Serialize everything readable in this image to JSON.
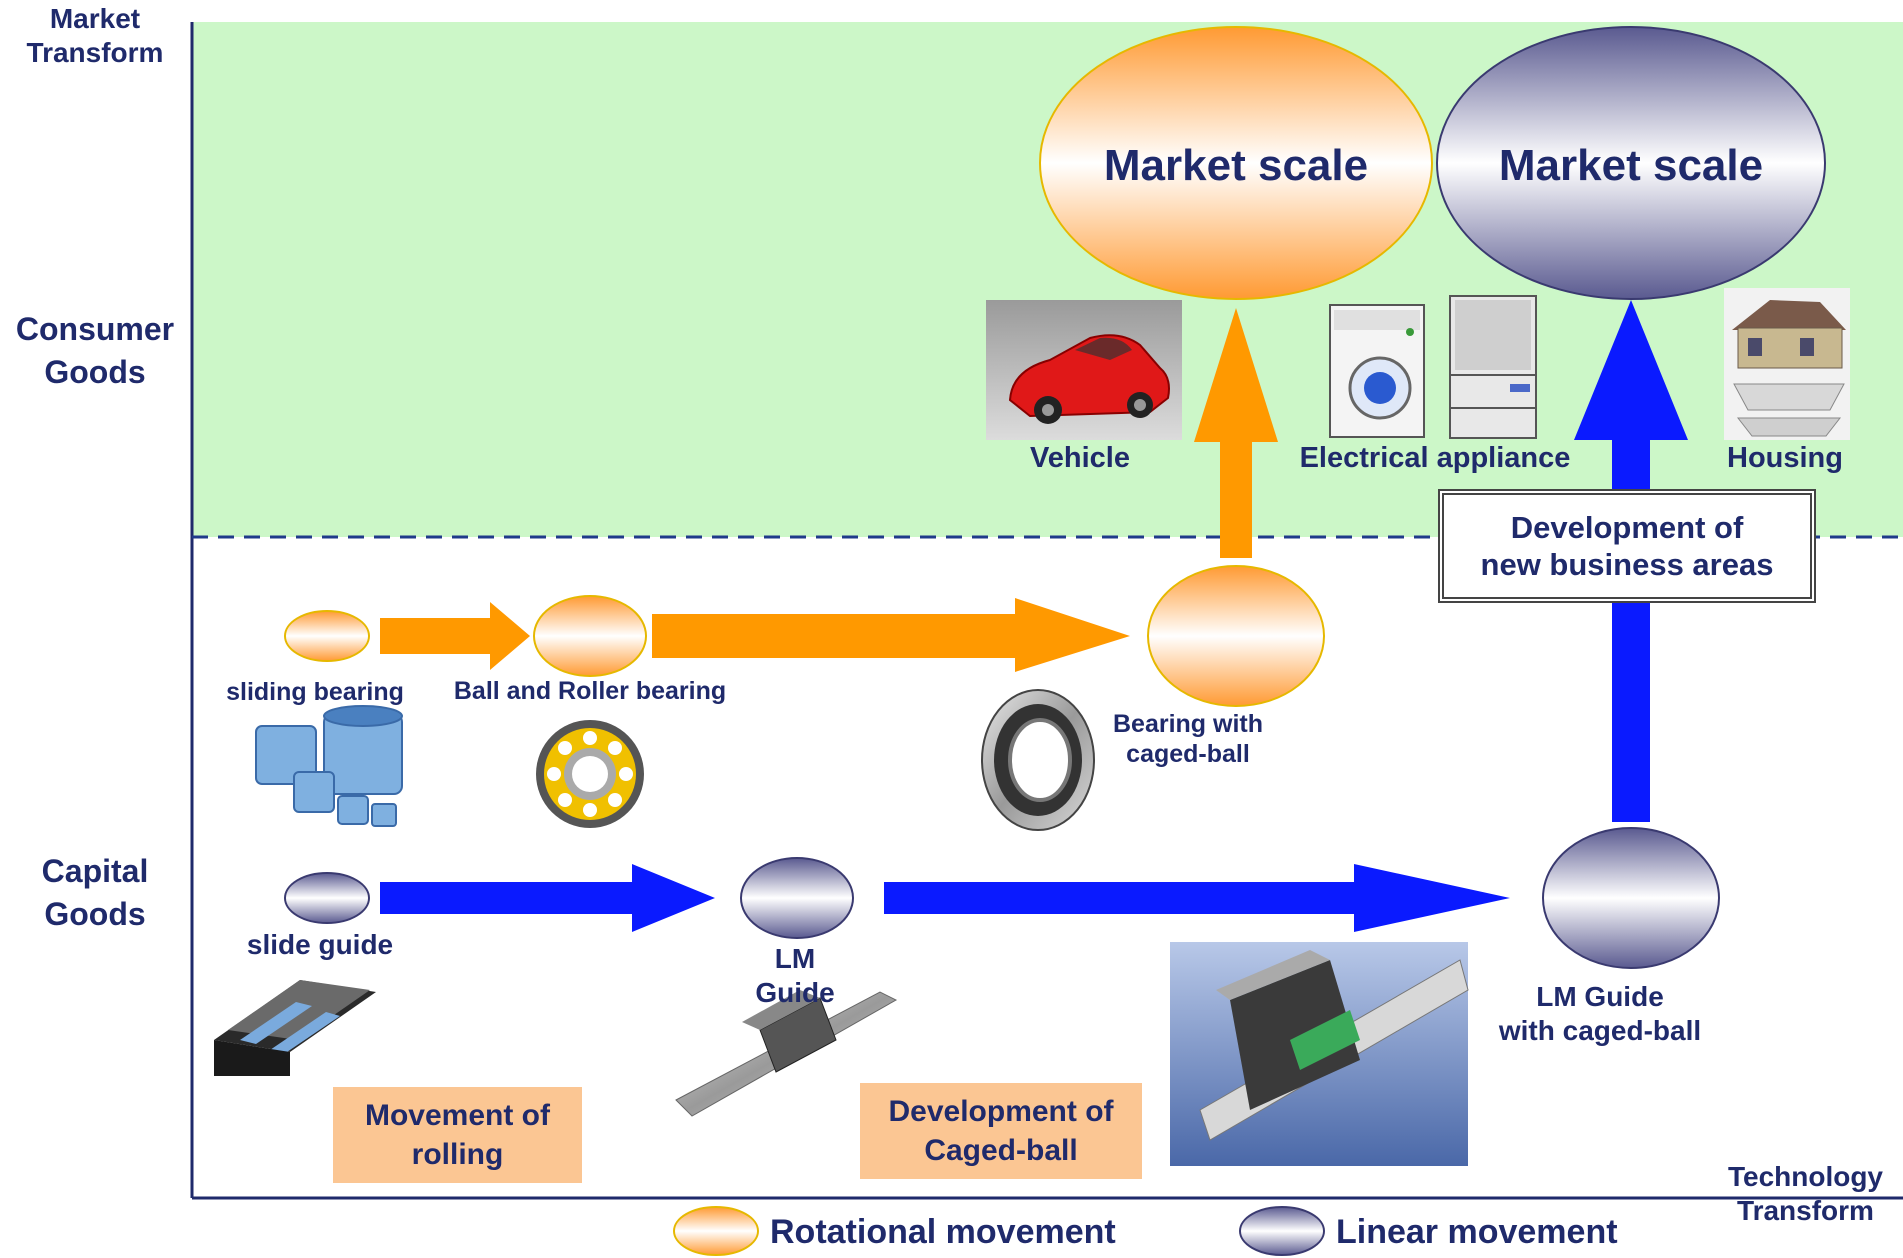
{
  "axes": {
    "y_top": "Market\nTransform",
    "y_consumer": "Consumer\nGoods",
    "y_capital": "Capital\nGoods",
    "x_right": "Technology\nTransform"
  },
  "markets": {
    "rotational": "Market scale",
    "linear": "Market scale"
  },
  "consumer_labels": {
    "vehicle": "Vehicle",
    "electrical": "Electrical appliance",
    "housing": "Housing"
  },
  "development_box": "Development of\nnew business areas",
  "rotational_steps": {
    "sliding": "sliding bearing",
    "ball_roller": "Ball and Roller bearing",
    "caged": "Bearing with\ncaged-ball"
  },
  "linear_steps": {
    "slide": "slide guide",
    "lm": "LM\nGuide",
    "lm_caged": "LM Guide\nwith caged-ball"
  },
  "notes": {
    "rolling": "Movement of\nrolling",
    "caged": "Development of\nCaged-ball"
  },
  "legend": {
    "rotational": "Rotational movement",
    "linear": "Linear movement"
  },
  "colors": {
    "consumer_bg": "#ccf7c8",
    "orange": "#ff9900",
    "blue": "#0a1aff",
    "text": "#1f2a6b"
  }
}
